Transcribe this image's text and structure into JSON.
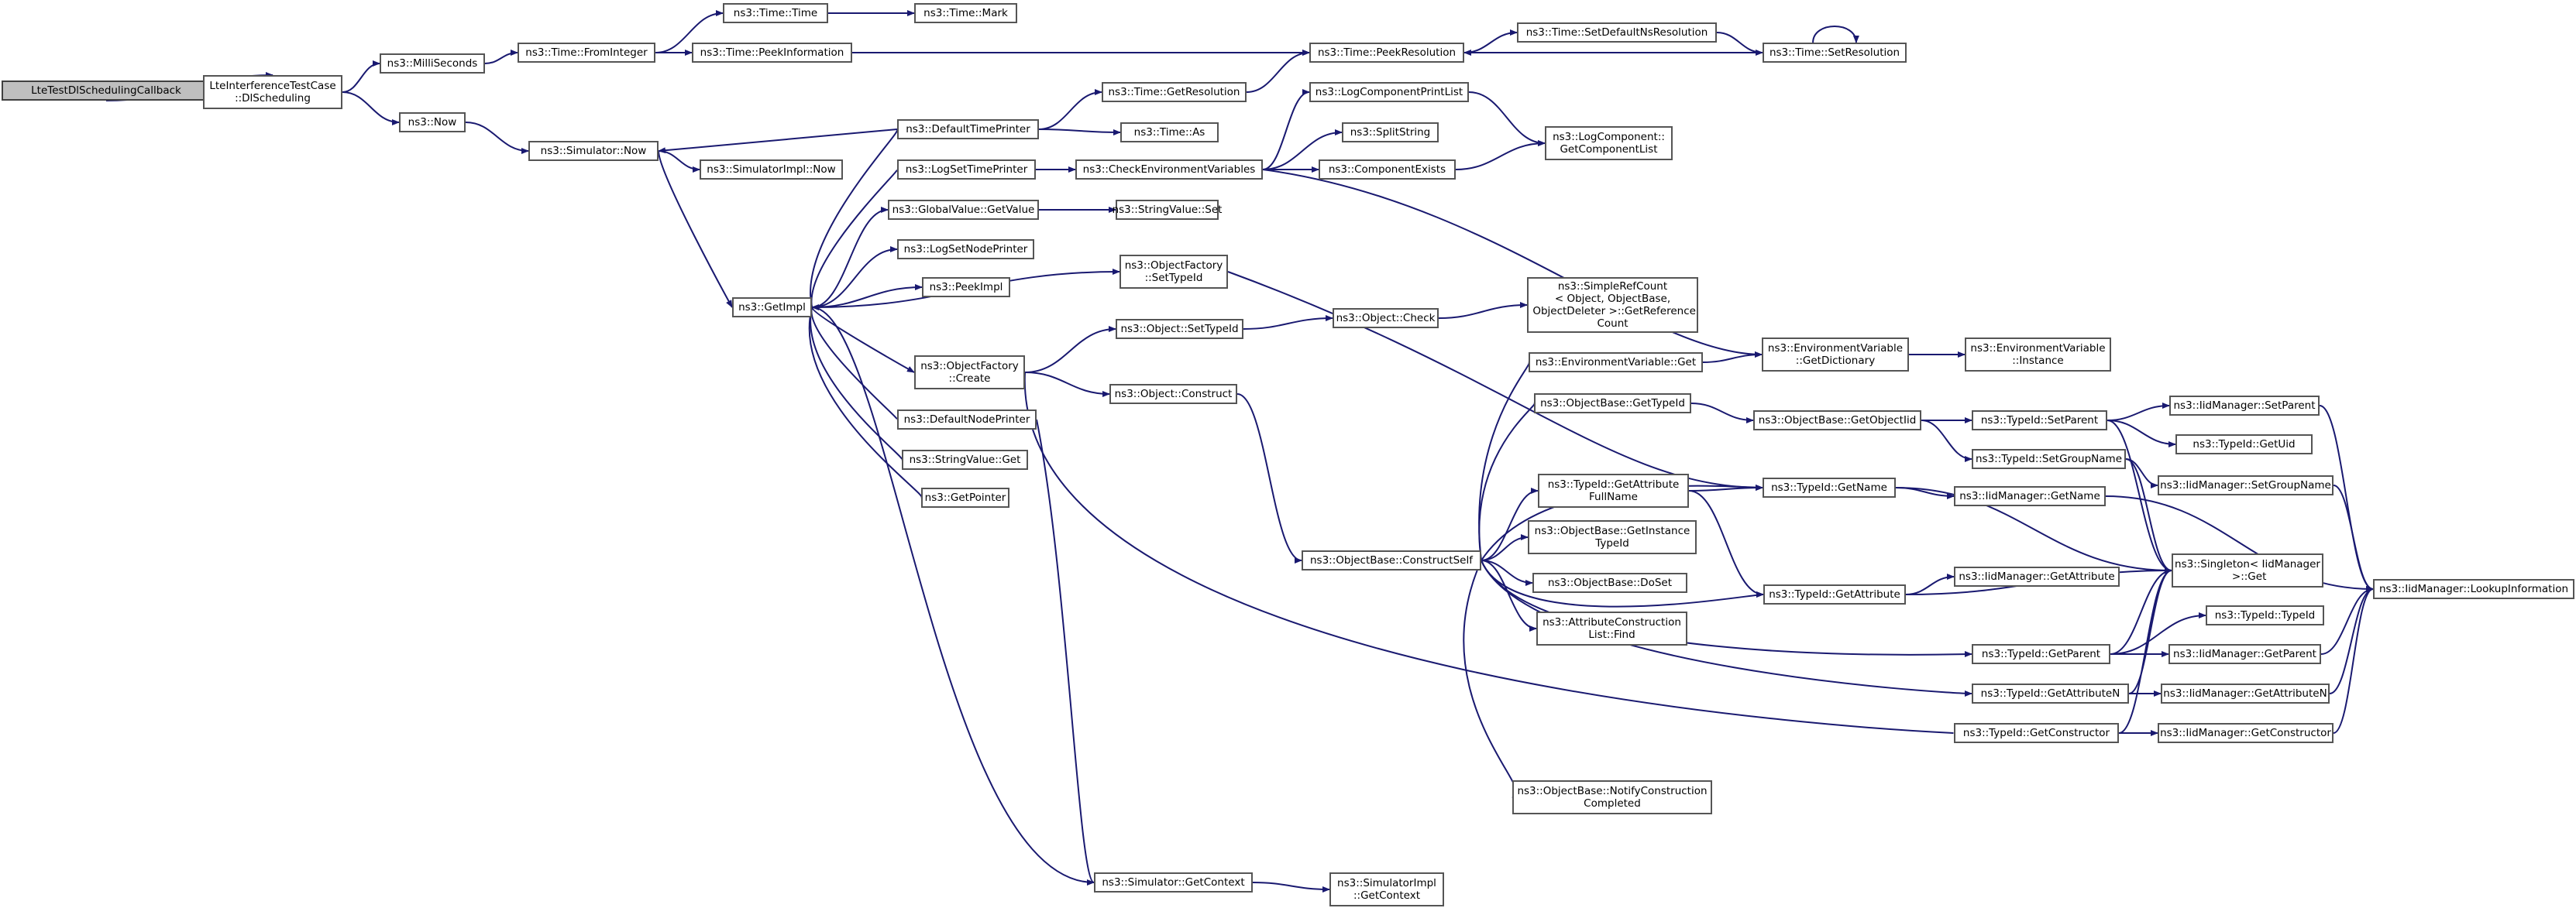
{
  "colors": {
    "edge": "#191970",
    "node_border": "#555555",
    "node_fill": "#ffffff",
    "root_fill": "#bfbfbf"
  },
  "nodes": {
    "lte_test_dl_scheduling_callback": "LteTestDlSchedulingCallback",
    "lte_interference_test_case_dl_scheduling": "LteInterferenceTestCase\n::DlScheduling",
    "milli_seconds": "ns3::MilliSeconds",
    "now": "ns3::Now",
    "time_from_integer": "ns3::Time::FromInteger",
    "time_time": "ns3::Time::Time",
    "time_mark": "ns3::Time::Mark",
    "time_peek_information": "ns3::Time::PeekInformation",
    "time_peek_resolution": "ns3::Time::PeekResolution",
    "time_set_default_ns_resolution": "ns3::Time::SetDefaultNsResolution",
    "time_set_resolution": "ns3::Time::SetResolution",
    "time_get_resolution": "ns3::Time::GetResolution",
    "default_time_printer": "ns3::DefaultTimePrinter",
    "time_as": "ns3::Time::As",
    "simulator_now": "ns3::Simulator::Now",
    "simulator_impl_now": "ns3::SimulatorImpl::Now",
    "log_set_time_printer": "ns3::LogSetTimePrinter",
    "check_environment_variables": "ns3::CheckEnvironmentVariables",
    "log_component_print_list": "ns3::LogComponentPrintList",
    "split_string": "ns3::SplitString",
    "component_exists": "ns3::ComponentExists",
    "log_component_get_component_list": "ns3::LogComponent::\nGetComponentList",
    "global_value_get_value": "ns3::GlobalValue::GetValue",
    "string_value_set": "ns3::StringValue::Set",
    "log_set_node_printer": "ns3::LogSetNodePrinter",
    "get_impl": "ns3::GetImpl",
    "peek_impl": "ns3::PeekImpl",
    "object_factory_set_type_id": "ns3::ObjectFactory\n::SetTypeId",
    "object_set_type_id": "ns3::Object::SetTypeId",
    "object_check": "ns3::Object::Check",
    "simple_ref_count_get_reference_count": "ns3::SimpleRefCount\n< Object, ObjectBase,\n ObjectDeleter >::GetReference\nCount",
    "object_factory_create": "ns3::ObjectFactory\n::Create",
    "object_construct": "ns3::Object::Construct",
    "default_node_printer": "ns3::DefaultNodePrinter",
    "string_value_get": "ns3::StringValue::Get",
    "get_pointer": "ns3::GetPointer",
    "environment_variable_get": "ns3::EnvironmentVariable::Get",
    "environment_variable_get_dictionary": "ns3::EnvironmentVariable\n::GetDictionary",
    "environment_variable_instance": "ns3::EnvironmentVariable\n::Instance",
    "object_base_get_type_id": "ns3::ObjectBase::GetTypeId",
    "object_base_get_object_iid": "ns3::ObjectBase::GetObjectIid",
    "type_id_set_parent": "ns3::TypeId::SetParent",
    "iid_manager_set_parent": "ns3::IidManager::SetParent",
    "type_id_get_uid": "ns3::TypeId::GetUid",
    "type_id_set_group_name": "ns3::TypeId::SetGroupName",
    "iid_manager_set_group_name": "ns3::IidManager::SetGroupName",
    "type_id_get_attribute_full_name": "ns3::TypeId::GetAttribute\nFullName",
    "type_id_get_name": "ns3::TypeId::GetName",
    "iid_manager_get_name": "ns3::IidManager::GetName",
    "object_base_get_instance_type_id": "ns3::ObjectBase::GetInstance\nTypeId",
    "object_base_construct_self": "ns3::ObjectBase::ConstructSelf",
    "singleton_iid_manager_get": "ns3::Singleton< IidManager\n >::Get",
    "iid_manager_lookup_information": "ns3::IidManager::LookupInformation",
    "object_base_do_set": "ns3::ObjectBase::DoSet",
    "type_id_get_attribute": "ns3::TypeId::GetAttribute",
    "iid_manager_get_attribute": "ns3::IidManager::GetAttribute",
    "attribute_construction_list_find": "ns3::AttributeConstruction\nList::Find",
    "type_id_type_id": "ns3::TypeId::TypeId",
    "type_id_get_parent": "ns3::TypeId::GetParent",
    "iid_manager_get_parent": "ns3::IidManager::GetParent",
    "type_id_get_attribute_n": "ns3::TypeId::GetAttributeN",
    "iid_manager_get_attribute_n": "ns3::IidManager::GetAttributeN",
    "type_id_get_constructor": "ns3::TypeId::GetConstructor",
    "iid_manager_get_constructor": "ns3::IidManager::GetConstructor",
    "object_base_notify_construction_completed": "ns3::ObjectBase::NotifyConstruction\nCompleted",
    "simulator_get_context": "ns3::Simulator::GetContext",
    "simulator_impl_get_context": "ns3::SimulatorImpl\n::GetContext"
  },
  "edges": [
    [
      "lte_test_dl_scheduling_callback",
      "lte_interference_test_case_dl_scheduling"
    ],
    [
      "lte_interference_test_case_dl_scheduling",
      "milli_seconds"
    ],
    [
      "lte_interference_test_case_dl_scheduling",
      "now"
    ],
    [
      "milli_seconds",
      "time_from_integer"
    ],
    [
      "time_from_integer",
      "time_time"
    ],
    [
      "time_from_integer",
      "time_peek_information"
    ],
    [
      "time_time",
      "time_mark"
    ],
    [
      "time_peek_information",
      "time_peek_resolution"
    ],
    [
      "time_peek_resolution",
      "time_set_default_ns_resolution"
    ],
    [
      "time_set_default_ns_resolution",
      "time_set_resolution"
    ],
    [
      "time_set_resolution",
      "time_peek_resolution"
    ],
    [
      "time_set_resolution",
      "time_set_resolution"
    ],
    [
      "now",
      "simulator_now"
    ],
    [
      "simulator_now",
      "simulator_impl_now"
    ],
    [
      "simulator_now",
      "get_impl"
    ],
    [
      "default_time_printer",
      "time_get_resolution"
    ],
    [
      "default_time_printer",
      "time_as"
    ],
    [
      "default_time_printer",
      "simulator_now"
    ],
    [
      "time_get_resolution",
      "time_peek_resolution"
    ],
    [
      "get_impl",
      "default_time_printer"
    ],
    [
      "get_impl",
      "log_set_time_printer"
    ],
    [
      "get_impl",
      "global_value_get_value"
    ],
    [
      "get_impl",
      "log_set_node_printer"
    ],
    [
      "get_impl",
      "peek_impl"
    ],
    [
      "get_impl",
      "object_factory_set_type_id"
    ],
    [
      "get_impl",
      "object_factory_create"
    ],
    [
      "get_impl",
      "default_node_printer"
    ],
    [
      "get_impl",
      "string_value_get"
    ],
    [
      "get_impl",
      "get_pointer"
    ],
    [
      "log_set_time_printer",
      "check_environment_variables"
    ],
    [
      "check_environment_variables",
      "log_component_print_list"
    ],
    [
      "check_environment_variables",
      "split_string"
    ],
    [
      "check_environment_variables",
      "component_exists"
    ],
    [
      "check_environment_variables",
      "environment_variable_get_dictionary"
    ],
    [
      "log_component_print_list",
      "log_component_get_component_list"
    ],
    [
      "component_exists",
      "log_component_get_component_list"
    ],
    [
      "global_value_get_value",
      "string_value_set"
    ],
    [
      "object_factory_set_type_id",
      "type_id_get_name"
    ],
    [
      "object_factory_create",
      "object_set_type_id"
    ],
    [
      "object_factory_create",
      "object_construct"
    ],
    [
      "object_factory_create",
      "type_id_get_constructor"
    ],
    [
      "object_set_type_id",
      "object_check"
    ],
    [
      "object_check",
      "simple_ref_count_get_reference_count"
    ],
    [
      "object_construct",
      "object_base_construct_self"
    ],
    [
      "default_node_printer",
      "simulator_get_context"
    ],
    [
      "simulator_get_context",
      "simulator_impl_get_context"
    ],
    [
      "simulator_get_context",
      "get_impl"
    ],
    [
      "object_base_construct_self",
      "environment_variable_get"
    ],
    [
      "object_base_construct_self",
      "object_base_get_type_id"
    ],
    [
      "object_base_construct_self",
      "type_id_get_name"
    ],
    [
      "object_base_construct_self",
      "type_id_get_attribute_full_name"
    ],
    [
      "object_base_construct_self",
      "object_base_get_instance_type_id"
    ],
    [
      "object_base_construct_self",
      "object_base_do_set"
    ],
    [
      "object_base_construct_self",
      "attribute_construction_list_find"
    ],
    [
      "object_base_construct_self",
      "object_base_notify_construction_completed"
    ],
    [
      "object_base_construct_self",
      "type_id_get_attribute"
    ],
    [
      "object_base_construct_self",
      "type_id_get_parent"
    ],
    [
      "object_base_construct_self",
      "type_id_get_attribute_n"
    ],
    [
      "environment_variable_get",
      "environment_variable_get_dictionary"
    ],
    [
      "environment_variable_get_dictionary",
      "environment_variable_instance"
    ],
    [
      "object_base_get_type_id",
      "object_base_get_object_iid"
    ],
    [
      "object_base_get_object_iid",
      "type_id_set_parent"
    ],
    [
      "object_base_get_object_iid",
      "type_id_set_group_name"
    ],
    [
      "type_id_set_parent",
      "iid_manager_set_parent"
    ],
    [
      "type_id_set_parent",
      "type_id_get_uid"
    ],
    [
      "type_id_set_parent",
      "singleton_iid_manager_get"
    ],
    [
      "iid_manager_set_parent",
      "iid_manager_lookup_information"
    ],
    [
      "type_id_set_group_name",
      "iid_manager_set_group_name"
    ],
    [
      "type_id_set_group_name",
      "singleton_iid_manager_get"
    ],
    [
      "iid_manager_set_group_name",
      "iid_manager_lookup_information"
    ],
    [
      "type_id_get_attribute_full_name",
      "type_id_get_name"
    ],
    [
      "type_id_get_attribute_full_name",
      "type_id_get_attribute"
    ],
    [
      "type_id_get_name",
      "iid_manager_get_name"
    ],
    [
      "type_id_get_name",
      "singleton_iid_manager_get"
    ],
    [
      "iid_manager_get_name",
      "iid_manager_lookup_information"
    ],
    [
      "type_id_get_attribute",
      "iid_manager_get_attribute"
    ],
    [
      "type_id_get_attribute",
      "singleton_iid_manager_get"
    ],
    [
      "type_id_get_parent",
      "type_id_type_id"
    ],
    [
      "type_id_get_parent",
      "iid_manager_get_parent"
    ],
    [
      "type_id_get_parent",
      "singleton_iid_manager_get"
    ],
    [
      "iid_manager_get_parent",
      "iid_manager_lookup_information"
    ],
    [
      "type_id_get_attribute_n",
      "iid_manager_get_attribute_n"
    ],
    [
      "type_id_get_attribute_n",
      "singleton_iid_manager_get"
    ],
    [
      "iid_manager_get_attribute_n",
      "iid_manager_lookup_information"
    ],
    [
      "type_id_get_constructor",
      "iid_manager_get_constructor"
    ],
    [
      "type_id_get_constructor",
      "singleton_iid_manager_get"
    ],
    [
      "iid_manager_get_constructor",
      "iid_manager_lookup_information"
    ]
  ]
}
